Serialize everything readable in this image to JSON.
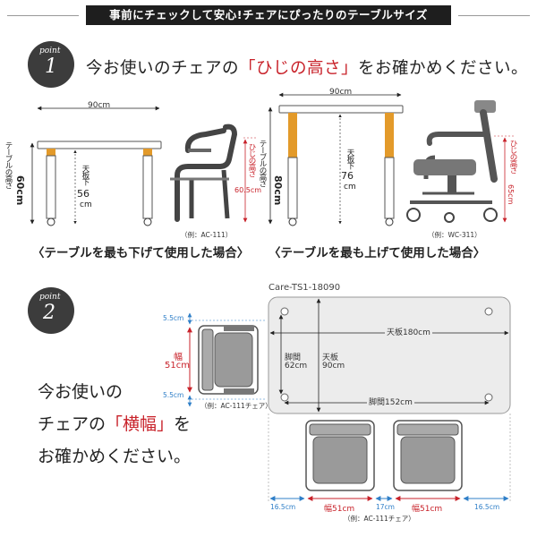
{
  "banner": "事前にチェックして安心!チェアにぴったりのテーブルサイズ",
  "point1": {
    "badge_word": "point",
    "badge_num": "1",
    "heading_pre": "今お使いのチェアの",
    "heading_emph": "「ひじの高さ」",
    "heading_post": "をお確かめください。",
    "left": {
      "width": "90cm",
      "table_height_label": "テーブルの高さ",
      "table_height": "60cm",
      "under_label": "天板下",
      "under_value": "56",
      "under_unit": "cm",
      "arm_label": "ひじの高さ",
      "arm_value": "60.5cm",
      "model": "（例：AC-111）",
      "caption": "〈テーブルを最も下げて使用した場合〉"
    },
    "right": {
      "width": "90cm",
      "table_height_label": "テーブルの高さ",
      "table_height": "80cm",
      "under_label": "天板下",
      "under_value": "76",
      "under_unit": "cm",
      "arm_label": "ひじの高さ",
      "arm_value": "65cm",
      "model": "（例：WC-311）",
      "caption": "〈テーブルを最も上げて使用した場合〉"
    }
  },
  "point2": {
    "badge_word": "point",
    "badge_num": "2",
    "heading_l1": "今お使いの",
    "heading_l2_pre": "チェアの",
    "heading_l2_emph": "「横幅」",
    "heading_l2_post": "を",
    "heading_l3": "お確かめください。",
    "product": "Care-TS1-18090",
    "top_width": "天板180cm",
    "leg_span": "脚間152cm",
    "leg_depth_label": "脚間",
    "leg_depth": "62cm",
    "top_depth_label": "天板",
    "top_depth": "90cm",
    "side_chair": {
      "gap_top": "5.5cm",
      "width_label": "幅",
      "width": "51cm",
      "gap_bottom": "5.5cm",
      "model": "（例：AC-111チェア）"
    },
    "bottom": {
      "edge_left": "16.5cm",
      "chair1": "幅51cm",
      "gap": "17cm",
      "chair2": "幅51cm",
      "edge_right": "16.5cm",
      "model": "（例：AC-111チェア）"
    }
  },
  "colors": {
    "red": "#c8222a",
    "blue": "#2f7fc8",
    "orange": "#e39a2a",
    "badge": "#3c3c3c"
  }
}
